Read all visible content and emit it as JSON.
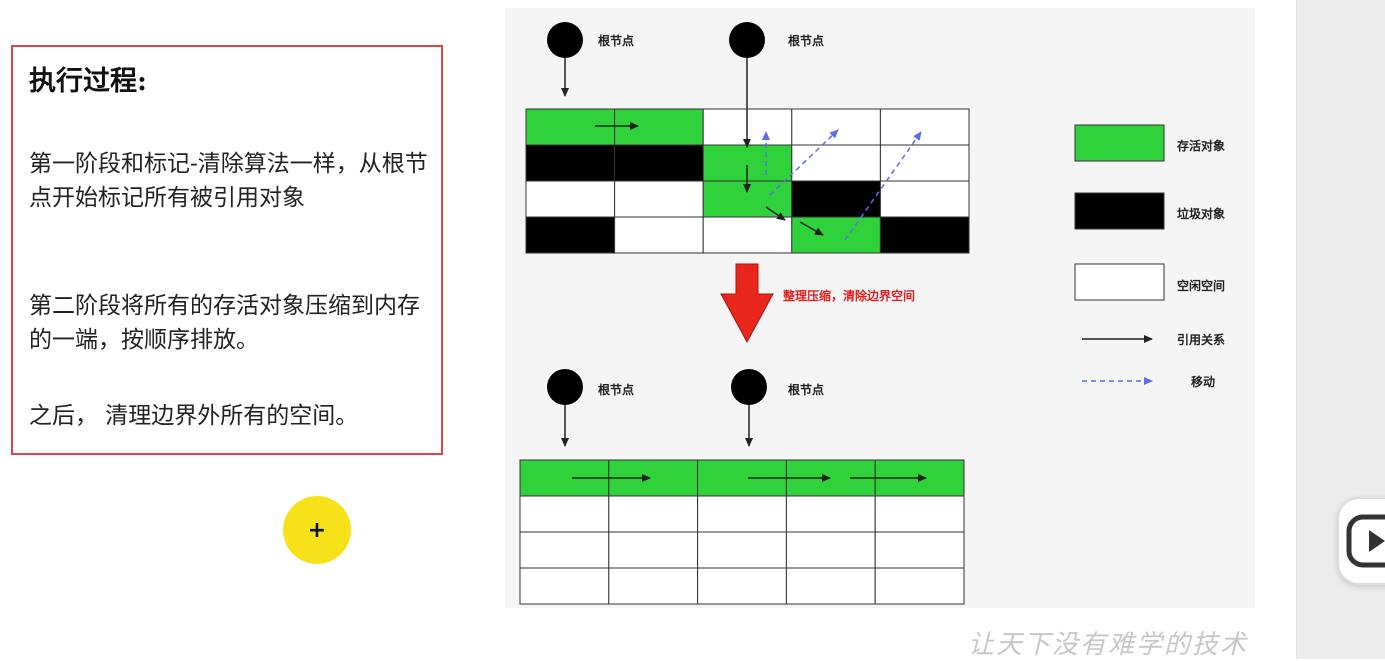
{
  "text_panel": {
    "heading": "执行过程:",
    "para1": "第一阶段和标记-清除算法一样，从根节点开始标记所有被引用对象",
    "para2": "第二阶段将所有的存活对象压缩到内存的一端，按顺序排放。",
    "para3": "之后， 清理边界外所有的空间。"
  },
  "pointer": {
    "symbol": "+"
  },
  "diagram": {
    "root_label": "根节点",
    "compact_label": "整理压缩，清除边界空间",
    "colors": {
      "live": "#2fd23a",
      "garbage": "#000000",
      "free": "#ffffff",
      "arrow": "#e8261c",
      "move": "#5a6cf0"
    },
    "before_grid": [
      [
        "live",
        "live",
        "free",
        "free",
        "free"
      ],
      [
        "garbage",
        "garbage",
        "live",
        "free",
        "free"
      ],
      [
        "free",
        "free",
        "live",
        "garbage",
        "free"
      ],
      [
        "garbage",
        "free",
        "free",
        "live",
        "garbage"
      ]
    ],
    "after_grid": [
      [
        "live",
        "live",
        "live",
        "live",
        "live"
      ],
      [
        "free",
        "free",
        "free",
        "free",
        "free"
      ],
      [
        "free",
        "free",
        "free",
        "free",
        "free"
      ],
      [
        "free",
        "free",
        "free",
        "free",
        "free"
      ]
    ]
  },
  "legend": {
    "live": "存活对象",
    "garbage": "垃圾对象",
    "free": "空闲空间",
    "reference": "引用关系",
    "move": "移动"
  },
  "watermark": "让天下没有难学的技术"
}
